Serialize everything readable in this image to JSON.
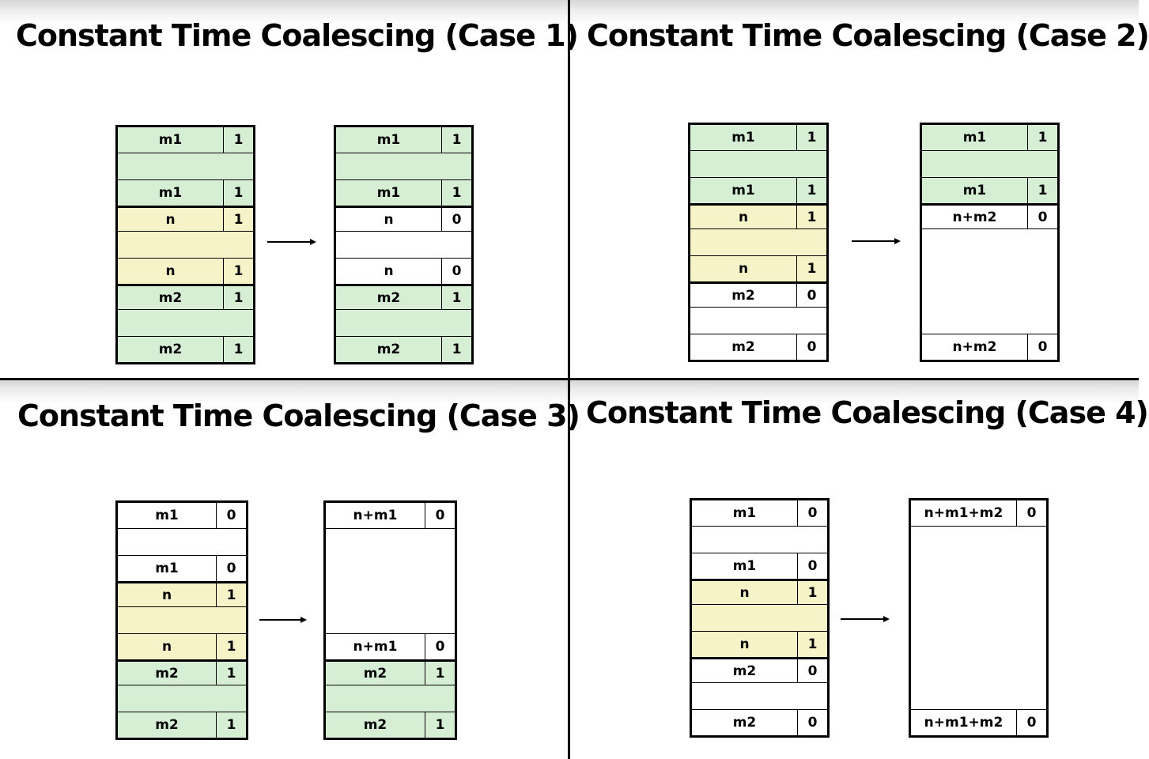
{
  "colors": {
    "allocated": "#d6efd4",
    "block_n": "#f6f3c9",
    "free": "#ffffff",
    "border": "#000000"
  },
  "panels": [
    {
      "title": "Constant Time Coalescing (Case 1)",
      "before": [
        {
          "type": "header",
          "label": "m1",
          "bit": "1",
          "fill": "allocated"
        },
        {
          "type": "body",
          "fill": "allocated",
          "units": 1
        },
        {
          "type": "footer",
          "label": "m1",
          "bit": "1",
          "fill": "allocated"
        },
        {
          "type": "header",
          "label": "n",
          "bit": "1",
          "fill": "block_n"
        },
        {
          "type": "body",
          "fill": "block_n",
          "units": 1
        },
        {
          "type": "footer",
          "label": "n",
          "bit": "1",
          "fill": "block_n"
        },
        {
          "type": "header",
          "label": "m2",
          "bit": "1",
          "fill": "allocated"
        },
        {
          "type": "body",
          "fill": "allocated",
          "units": 1
        },
        {
          "type": "footer",
          "label": "m2",
          "bit": "1",
          "fill": "allocated"
        }
      ],
      "after": [
        {
          "type": "header",
          "label": "m1",
          "bit": "1",
          "fill": "allocated"
        },
        {
          "type": "body",
          "fill": "allocated",
          "units": 1
        },
        {
          "type": "footer",
          "label": "m1",
          "bit": "1",
          "fill": "allocated"
        },
        {
          "type": "header",
          "label": "n",
          "bit": "0",
          "fill": "free"
        },
        {
          "type": "body",
          "fill": "free",
          "units": 1
        },
        {
          "type": "footer",
          "label": "n",
          "bit": "0",
          "fill": "free"
        },
        {
          "type": "header",
          "label": "m2",
          "bit": "1",
          "fill": "allocated"
        },
        {
          "type": "body",
          "fill": "allocated",
          "units": 1
        },
        {
          "type": "footer",
          "label": "m2",
          "bit": "1",
          "fill": "allocated"
        }
      ]
    },
    {
      "title": "Constant Time Coalescing (Case 2)",
      "before": [
        {
          "type": "header",
          "label": "m1",
          "bit": "1",
          "fill": "allocated"
        },
        {
          "type": "body",
          "fill": "allocated",
          "units": 1
        },
        {
          "type": "footer",
          "label": "m1",
          "bit": "1",
          "fill": "allocated"
        },
        {
          "type": "header",
          "label": "n",
          "bit": "1",
          "fill": "block_n"
        },
        {
          "type": "body",
          "fill": "block_n",
          "units": 1
        },
        {
          "type": "footer",
          "label": "n",
          "bit": "1",
          "fill": "block_n"
        },
        {
          "type": "header",
          "label": "m2",
          "bit": "0",
          "fill": "free"
        },
        {
          "type": "body",
          "fill": "free",
          "units": 1
        },
        {
          "type": "footer",
          "label": "m2",
          "bit": "0",
          "fill": "free"
        }
      ],
      "after": [
        {
          "type": "header",
          "label": "m1",
          "bit": "1",
          "fill": "allocated"
        },
        {
          "type": "body",
          "fill": "allocated",
          "units": 1
        },
        {
          "type": "footer",
          "label": "m1",
          "bit": "1",
          "fill": "allocated"
        },
        {
          "type": "header",
          "label": "n+m2",
          "bit": "0",
          "fill": "free"
        },
        {
          "type": "body",
          "fill": "free",
          "units": 4
        },
        {
          "type": "footer",
          "label": "n+m2",
          "bit": "0",
          "fill": "free"
        }
      ]
    },
    {
      "title": "Constant Time Coalescing (Case 3)",
      "before": [
        {
          "type": "header",
          "label": "m1",
          "bit": "0",
          "fill": "free"
        },
        {
          "type": "body",
          "fill": "free",
          "units": 1
        },
        {
          "type": "footer",
          "label": "m1",
          "bit": "0",
          "fill": "free"
        },
        {
          "type": "header",
          "label": "n",
          "bit": "1",
          "fill": "block_n"
        },
        {
          "type": "body",
          "fill": "block_n",
          "units": 1
        },
        {
          "type": "footer",
          "label": "n",
          "bit": "1",
          "fill": "block_n"
        },
        {
          "type": "header",
          "label": "m2",
          "bit": "1",
          "fill": "allocated"
        },
        {
          "type": "body",
          "fill": "allocated",
          "units": 1
        },
        {
          "type": "footer",
          "label": "m2",
          "bit": "1",
          "fill": "allocated"
        }
      ],
      "after": [
        {
          "type": "header",
          "label": "n+m1",
          "bit": "0",
          "fill": "free"
        },
        {
          "type": "body",
          "fill": "free",
          "units": 4
        },
        {
          "type": "footer",
          "label": "n+m1",
          "bit": "0",
          "fill": "free"
        },
        {
          "type": "header",
          "label": "m2",
          "bit": "1",
          "fill": "allocated"
        },
        {
          "type": "body",
          "fill": "allocated",
          "units": 1
        },
        {
          "type": "footer",
          "label": "m2",
          "bit": "1",
          "fill": "allocated"
        }
      ]
    },
    {
      "title": "Constant Time Coalescing (Case 4)",
      "before": [
        {
          "type": "header",
          "label": "m1",
          "bit": "0",
          "fill": "free"
        },
        {
          "type": "body",
          "fill": "free",
          "units": 1
        },
        {
          "type": "footer",
          "label": "m1",
          "bit": "0",
          "fill": "free"
        },
        {
          "type": "header",
          "label": "n",
          "bit": "1",
          "fill": "block_n"
        },
        {
          "type": "body",
          "fill": "block_n",
          "units": 1
        },
        {
          "type": "footer",
          "label": "n",
          "bit": "1",
          "fill": "block_n"
        },
        {
          "type": "header",
          "label": "m2",
          "bit": "0",
          "fill": "free"
        },
        {
          "type": "body",
          "fill": "free",
          "units": 1
        },
        {
          "type": "footer",
          "label": "m2",
          "bit": "0",
          "fill": "free"
        }
      ],
      "after": [
        {
          "type": "header",
          "label": "n+m1+m2",
          "bit": "0",
          "fill": "free"
        },
        {
          "type": "body",
          "fill": "free",
          "units": 7
        },
        {
          "type": "footer",
          "label": "n+m1+m2",
          "bit": "0",
          "fill": "free"
        }
      ]
    }
  ]
}
